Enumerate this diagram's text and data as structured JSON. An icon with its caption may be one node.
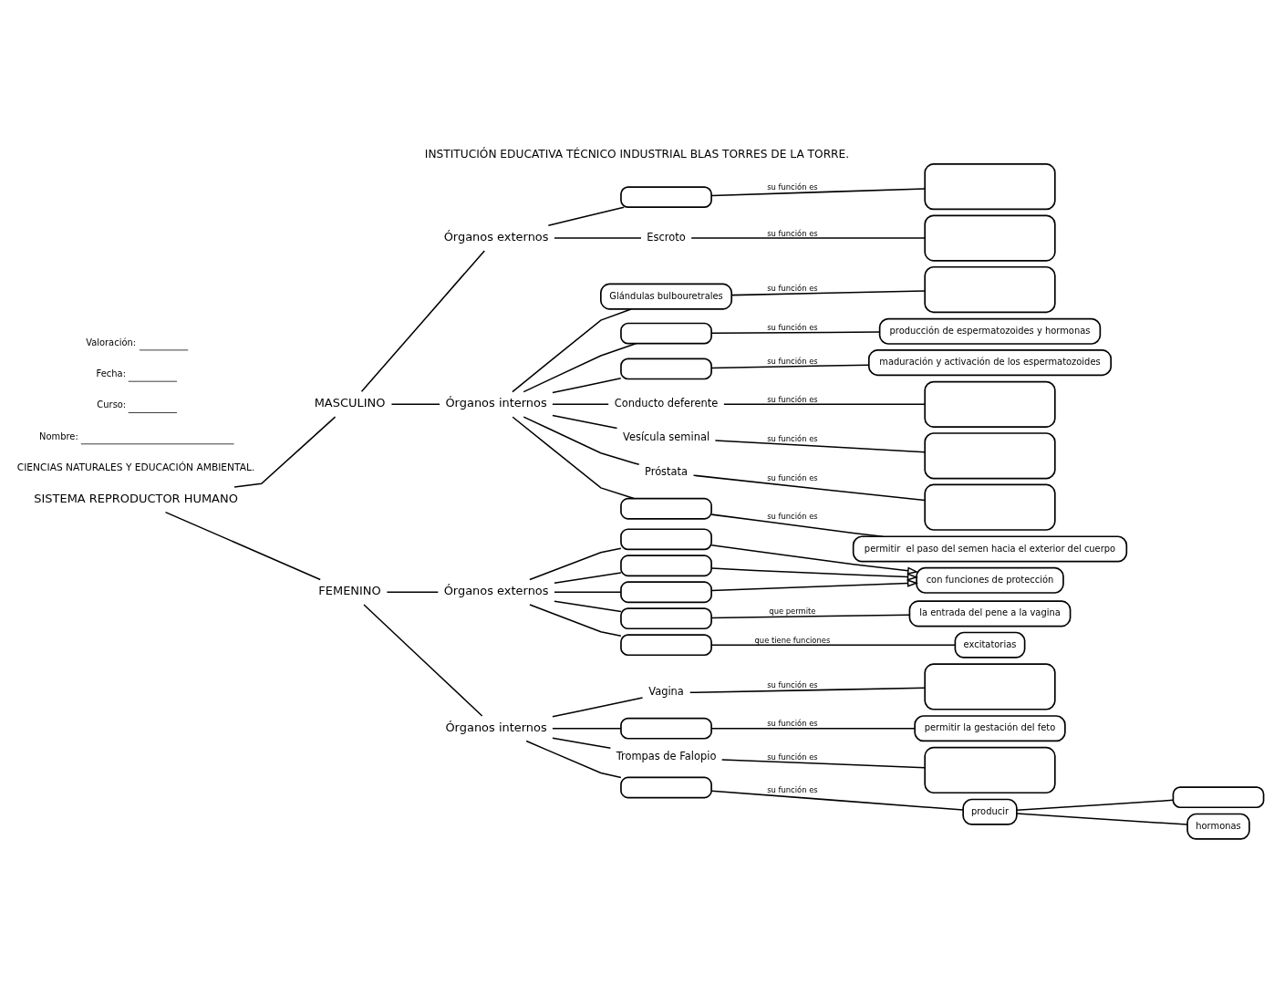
{
  "diagram": {
    "title": "INSTITUCIÓN EDUCATIVA TÉCNICO INDUSTRIAL BLAS TORRES DE LA TORRE.",
    "nodes": [
      {
        "text": [
          "SISTEMA REPRODUCTOR HUMANO"
        ]
      },
      {
        "text": [
          "MASCULINO"
        ]
      },
      {
        "text": [
          "FEMENINO"
        ]
      },
      {
        "text": [
          "Órganos externos"
        ]
      },
      {
        "text": [
          "Órganos internos"
        ]
      },
      {
        "text": [],
        "shape": "box"
      },
      {
        "text": [],
        "shape": "box"
      },
      {
        "text": [
          "Escroto"
        ]
      },
      {
        "text": [],
        "shape": "box"
      },
      {
        "text": [
          "Glándulas bulbouretrales"
        ]
      },
      {
        "text": [],
        "shape": "box"
      },
      {
        "text": [],
        "shape": "box"
      },
      {
        "text": [
          "producción de espermatozoides y hormonas"
        ]
      },
      {
        "text": [],
        "shape": "box"
      },
      {
        "text": [
          "maduración y activación de los espermatozoides"
        ]
      },
      {
        "text": [
          "Conducto deferente"
        ]
      },
      {
        "text": [],
        "shape": "box"
      },
      {
        "text": [
          "Vesícula seminal"
        ]
      },
      {
        "text": [],
        "shape": "box"
      },
      {
        "text": [
          "Próstata"
        ]
      },
      {
        "text": [],
        "shape": "box"
      },
      {
        "text": [],
        "shape": "box"
      },
      {
        "text": [
          "permitir  el paso del semen hacia el exterior del cuerpo"
        ]
      },
      {
        "text": [
          "Órganos externos"
        ]
      },
      {
        "text": [
          "Órganos internos"
        ]
      },
      {
        "text": [],
        "shape": "box"
      },
      {
        "text": [],
        "shape": "box"
      },
      {
        "text": [],
        "shape": "box"
      },
      {
        "text": [
          "con funciones de protección"
        ]
      },
      {
        "text": [],
        "shape": "box"
      },
      {
        "text": [
          "la entrada del pene a la vagina"
        ]
      },
      {
        "text": [],
        "shape": "box"
      },
      {
        "text": [
          "excitatorias"
        ]
      },
      {
        "text": [
          "Vagina"
        ]
      },
      {
        "text": [],
        "shape": "box"
      },
      {
        "text": [],
        "shape": "box"
      },
      {
        "text": [
          "permitir la gestación del feto"
        ]
      },
      {
        "text": [
          "Trompas de Falopio"
        ]
      },
      {
        "text": [],
        "shape": "box"
      },
      {
        "text": [],
        "shape": "box"
      },
      {
        "text": [
          "producir"
        ]
      },
      {
        "text": [],
        "shape": "box"
      },
      {
        "text": [
          "hormonas"
        ]
      }
    ],
    "edges": [
      {
        "from": 0,
        "to": 1,
        "arrow": "none"
      },
      {
        "from": 0,
        "to": 2,
        "arrow": "none"
      },
      {
        "from": 1,
        "to": 3,
        "arrow": "none"
      },
      {
        "from": 1,
        "to": 4,
        "arrow": "none"
      },
      {
        "from": 3,
        "to": 5,
        "arrow": "none"
      },
      {
        "from": 5,
        "to": 6,
        "arrow": "none",
        "label": "su función es"
      },
      {
        "from": 3,
        "to": 7,
        "arrow": "none"
      },
      {
        "from": 7,
        "to": 8,
        "arrow": "none",
        "label": "su función es"
      },
      {
        "from": 4,
        "to": 9,
        "arrow": "none"
      },
      {
        "from": 9,
        "to": 10,
        "arrow": "none",
        "label": "su función es"
      },
      {
        "from": 4,
        "to": 11,
        "arrow": "none"
      },
      {
        "from": 11,
        "to": 12,
        "arrow": "none",
        "label": "su función es"
      },
      {
        "from": 4,
        "to": 13,
        "arrow": "none"
      },
      {
        "from": 13,
        "to": 14,
        "arrow": "none",
        "label": "su función es"
      },
      {
        "from": 4,
        "to": 15,
        "arrow": "none"
      },
      {
        "from": 15,
        "to": 16,
        "arrow": "none",
        "label": "su función es"
      },
      {
        "from": 4,
        "to": 17,
        "arrow": "none"
      },
      {
        "from": 17,
        "to": 18,
        "arrow": "none",
        "label": "su función es"
      },
      {
        "from": 4,
        "to": 19,
        "arrow": "none"
      },
      {
        "from": 19,
        "to": 20,
        "arrow": "none",
        "label": "su función es"
      },
      {
        "from": 4,
        "to": 21,
        "arrow": "none"
      },
      {
        "from": 21,
        "to": 22,
        "arrow": "none",
        "label": "su función es"
      },
      {
        "from": 2,
        "to": 23,
        "arrow": "none"
      },
      {
        "from": 2,
        "to": 24,
        "arrow": "none"
      },
      {
        "from": 23,
        "to": 25,
        "arrow": "none"
      },
      {
        "from": 23,
        "to": 26,
        "arrow": "none"
      },
      {
        "from": 23,
        "to": 27,
        "arrow": "none"
      },
      {
        "from": 25,
        "to": 28,
        "arrow": "to"
      },
      {
        "from": 26,
        "to": 28,
        "arrow": "to"
      },
      {
        "from": 27,
        "to": 28,
        "arrow": "to"
      },
      {
        "from": 23,
        "to": 29,
        "arrow": "none"
      },
      {
        "from": 29,
        "to": 30,
        "arrow": "none",
        "label": "que permite"
      },
      {
        "from": 23,
        "to": 31,
        "arrow": "none"
      },
      {
        "from": 31,
        "to": 32,
        "arrow": "none",
        "label": "que tiene funciones"
      },
      {
        "from": 24,
        "to": 33,
        "arrow": "none"
      },
      {
        "from": 33,
        "to": 34,
        "arrow": "none",
        "label": "su función es"
      },
      {
        "from": 24,
        "to": 35,
        "arrow": "none"
      },
      {
        "from": 35,
        "to": 36,
        "arrow": "none",
        "label": "su función es"
      },
      {
        "from": 24,
        "to": 37,
        "arrow": "none"
      },
      {
        "from": 37,
        "to": 38,
        "arrow": "none",
        "label": "su función es"
      },
      {
        "from": 24,
        "to": 39,
        "arrow": "none"
      },
      {
        "from": 39,
        "to": 40,
        "arrow": "none",
        "label": "su función es"
      },
      {
        "from": 40,
        "to": 41,
        "arrow": "none"
      },
      {
        "from": 40,
        "to": 42,
        "arrow": "none"
      }
    ],
    "labels": [
      "CIENCIAS NATURALES Y EDUCACIÓN AMBIENTAL.",
      "Nombre:",
      "Curso:",
      "Fecha:",
      "Valoración:"
    ]
  }
}
